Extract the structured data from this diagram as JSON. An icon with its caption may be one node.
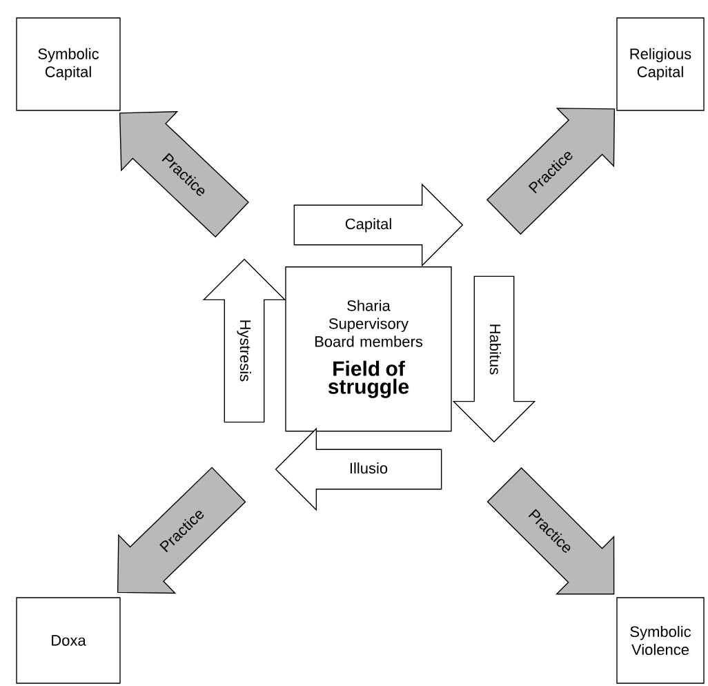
{
  "diagram": {
    "nodes": [
      {
        "text": [
          "Symbolic Capital"
        ]
      },
      {
        "text": [
          "Religious Capital"
        ]
      },
      {
        "text": [
          "Capital"
        ]
      },
      {
        "text": [
          "Hystresis"
        ]
      },
      {
        "text": [
          "Sharia Supervisory Board members",
          "Field of struggle"
        ]
      },
      {
        "text": [
          "Habitus"
        ]
      },
      {
        "text": [
          "Illusio"
        ]
      },
      {
        "text": [
          "Doxa"
        ]
      },
      {
        "text": [
          "Symbolic Violence"
        ]
      }
    ],
    "edges": [
      {
        "from": 4,
        "to": 0,
        "arrow": "to",
        "label": "Practice"
      },
      {
        "from": 4,
        "to": 1,
        "arrow": "to",
        "label": "Practice"
      },
      {
        "from": 4,
        "to": 7,
        "arrow": "to",
        "label": "Practice"
      },
      {
        "from": 4,
        "to": 8,
        "arrow": "to",
        "label": "Practice"
      }
    ]
  }
}
